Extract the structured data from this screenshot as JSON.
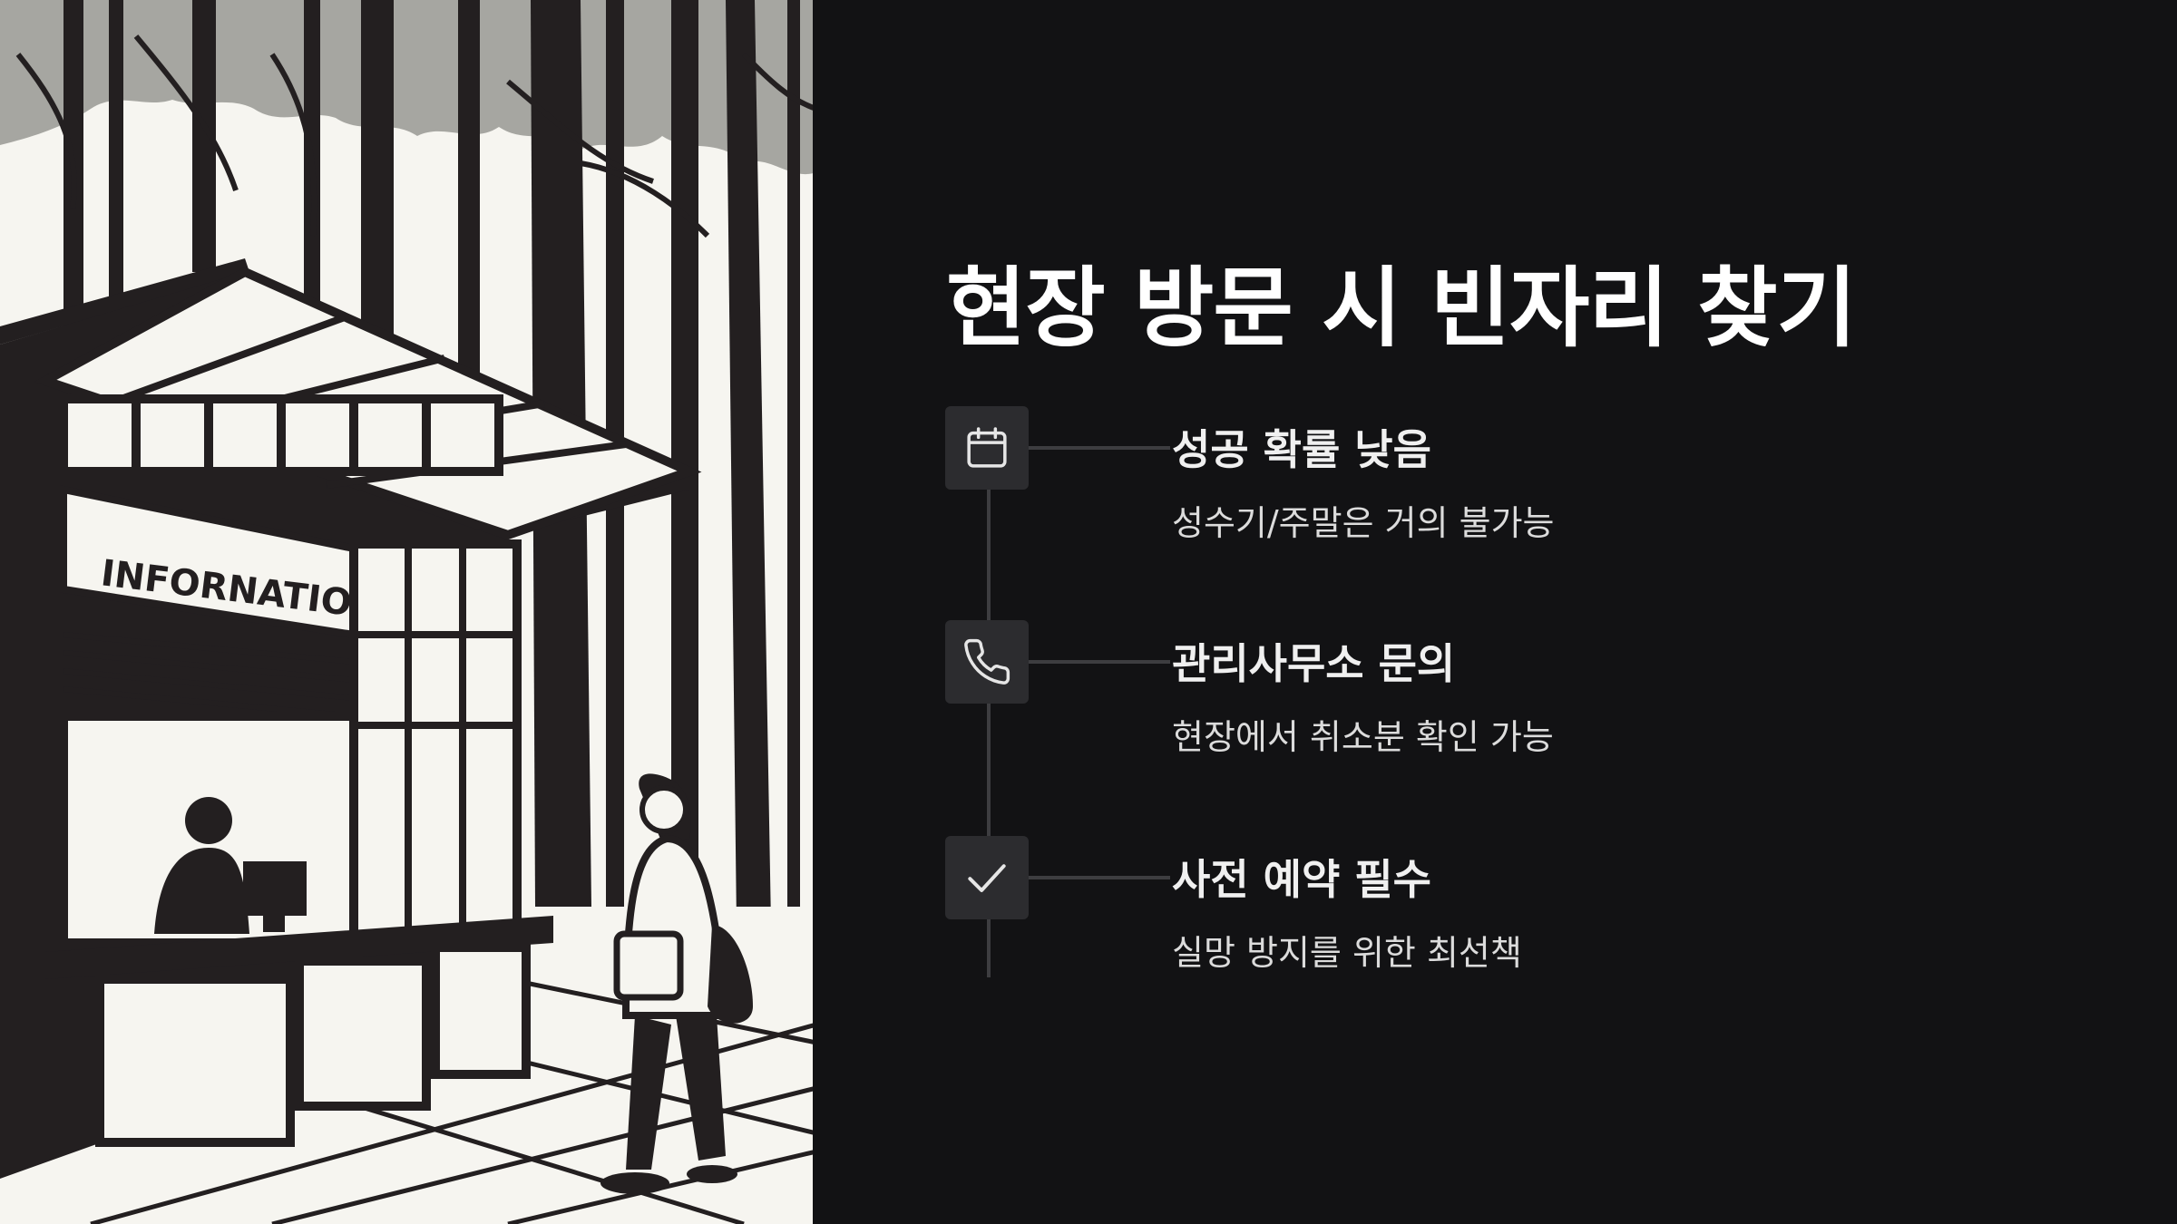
{
  "slide": {
    "title": "현장 방문 시 빈자리 찾기",
    "illustration": {
      "sign_text": "INFORNATION"
    },
    "steps": [
      {
        "icon": "calendar-icon",
        "title": "성공 확률 낮음",
        "description": "성수기/주말은 거의 불가능"
      },
      {
        "icon": "phone-icon",
        "title": "관리사무소 문의",
        "description": "현장에서 취소분 확인 가능"
      },
      {
        "icon": "check-icon",
        "title": "사전 예약 필수",
        "description": "실망 방지를 위한 최선책"
      }
    ]
  },
  "colors": {
    "background": "#121214",
    "icon_box": "#2c2c2f",
    "timeline": "#3d3d40",
    "text_primary": "#ffffff",
    "text_secondary": "#dcdcdc",
    "illustration_ink": "#231f20",
    "illustration_paper": "#f6f5f0",
    "canopy_gray": "#a6a6a1"
  }
}
